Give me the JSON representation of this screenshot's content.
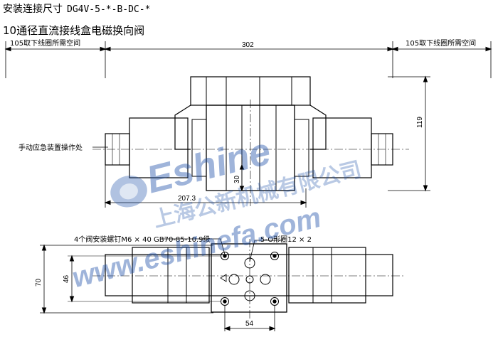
{
  "header": {
    "title_cn": "安装连接尺寸",
    "title_model": "DG4V-5-*-B-DC-*",
    "subtitle": "10通径直流接线盒电磁换向阀"
  },
  "dimensions": {
    "left_space": "105取下线圈所需空间",
    "center_length": "302",
    "right_space": "105取下线圈所需空间",
    "height": "119",
    "center_height": "30",
    "center_offset": "207.3",
    "width_total": "70",
    "width_half": "46",
    "bolt_spacing": "54"
  },
  "labels": {
    "manual_override": "手动应急装置操作处",
    "mounting_bolts": "4个阀安装螺钉M6 × 40 GB70-85-10.9级",
    "o_rings": "5-O形圈12 × 2"
  },
  "watermark": {
    "brand": "Eshine",
    "company_cn": "上海公新机械有限公司",
    "url": "www.eshinefa.com"
  },
  "colors": {
    "line": "#000000",
    "watermark": "#1c4fa8"
  }
}
